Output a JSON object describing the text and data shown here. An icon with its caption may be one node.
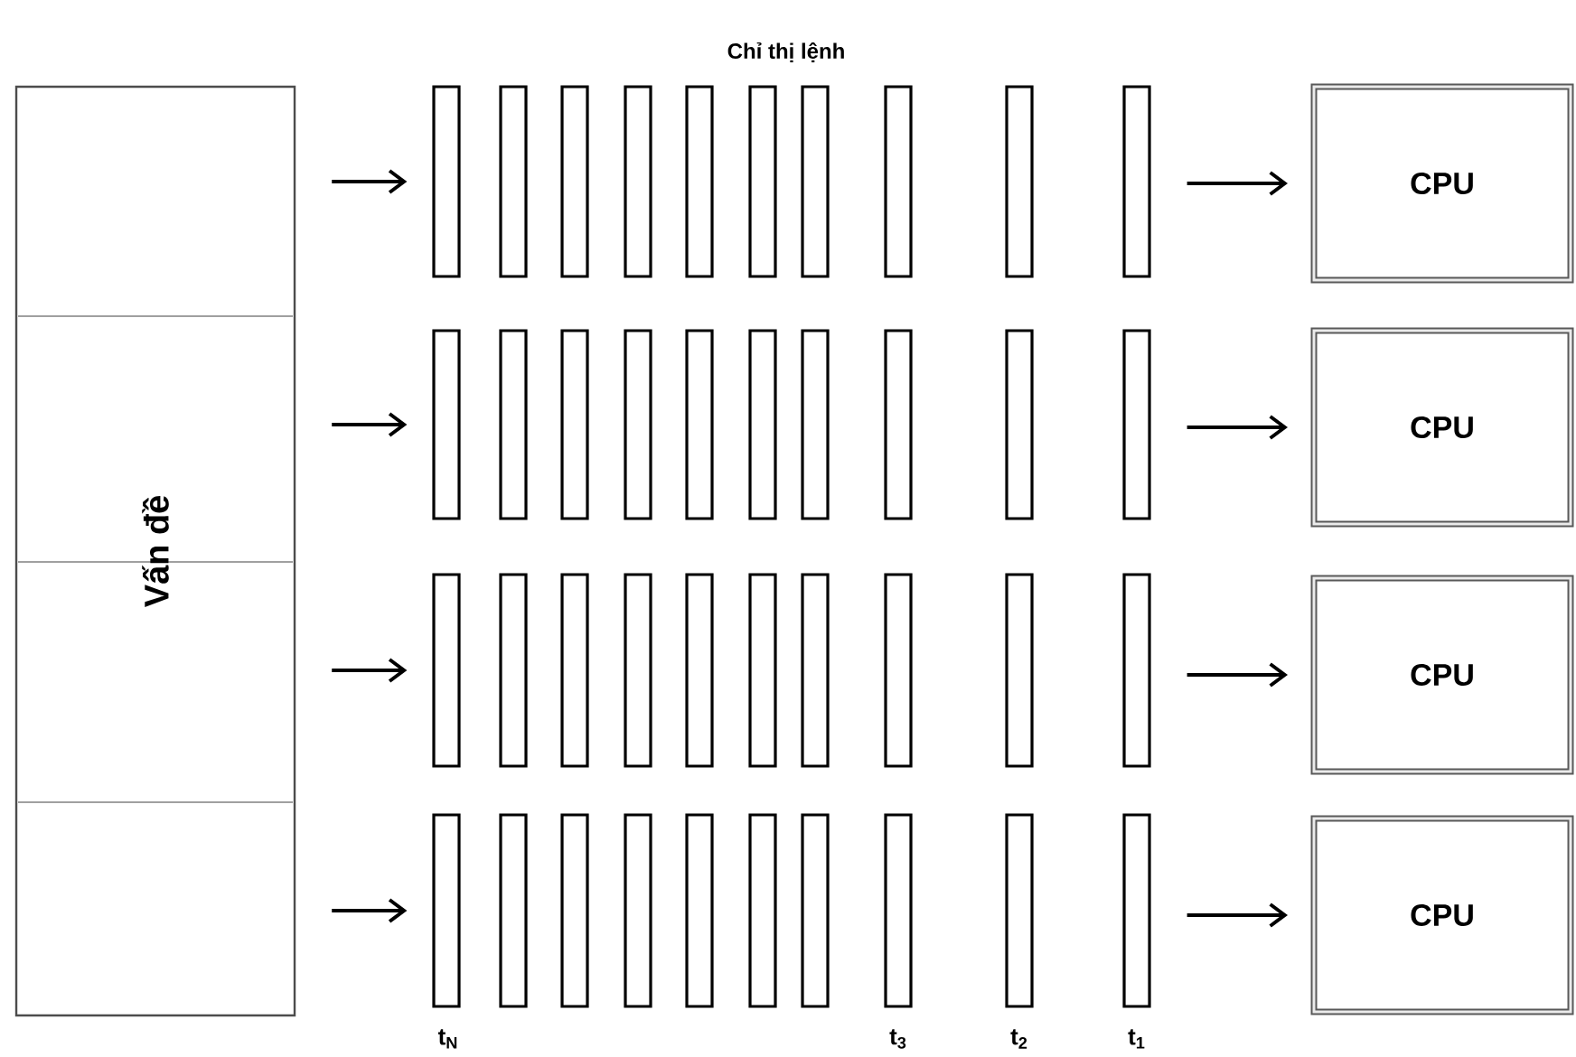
{
  "diagram": {
    "title": "Chỉ thị lệnh",
    "nodes": [
      {
        "text": [
          "Vấn đề"
        ]
      },
      {
        "text": [],
        "shape": "bar"
      },
      {
        "text": [],
        "shape": "bar"
      },
      {
        "text": [],
        "shape": "bar"
      },
      {
        "text": [],
        "shape": "bar"
      },
      {
        "text": [],
        "shape": "bar"
      },
      {
        "text": [],
        "shape": "bar"
      },
      {
        "text": [],
        "shape": "bar"
      },
      {
        "text": [],
        "shape": "bar"
      },
      {
        "text": [],
        "shape": "bar"
      },
      {
        "text": [],
        "shape": "bar"
      },
      {
        "text": [],
        "shape": "bar"
      },
      {
        "text": [],
        "shape": "bar"
      },
      {
        "text": [],
        "shape": "bar"
      },
      {
        "text": [],
        "shape": "bar"
      },
      {
        "text": [],
        "shape": "bar"
      },
      {
        "text": [],
        "shape": "bar"
      },
      {
        "text": [],
        "shape": "bar"
      },
      {
        "text": [],
        "shape": "bar"
      },
      {
        "text": [],
        "shape": "bar"
      },
      {
        "text": [],
        "shape": "bar"
      },
      {
        "text": [],
        "shape": "bar"
      },
      {
        "text": [],
        "shape": "bar"
      },
      {
        "text": [],
        "shape": "bar"
      },
      {
        "text": [],
        "shape": "bar"
      },
      {
        "text": [],
        "shape": "bar"
      },
      {
        "text": [],
        "shape": "bar"
      },
      {
        "text": [],
        "shape": "bar"
      },
      {
        "text": [],
        "shape": "bar"
      },
      {
        "text": [],
        "shape": "bar"
      },
      {
        "text": [],
        "shape": "bar"
      },
      {
        "text": [],
        "shape": "bar"
      },
      {
        "text": [],
        "shape": "bar"
      },
      {
        "text": [],
        "shape": "bar"
      },
      {
        "text": [],
        "shape": "bar"
      },
      {
        "text": [],
        "shape": "bar"
      },
      {
        "text": [],
        "shape": "bar"
      },
      {
        "text": [],
        "shape": "bar"
      },
      {
        "text": [],
        "shape": "bar"
      },
      {
        "text": [],
        "shape": "bar"
      },
      {
        "text": [],
        "shape": "bar"
      },
      {
        "text": [
          "CPU"
        ]
      },
      {
        "text": [
          "CPU"
        ]
      },
      {
        "text": [
          "CPU"
        ]
      },
      {
        "text": [
          "CPU"
        ]
      }
    ],
    "edges": [
      {
        "from": 0,
        "to": 1,
        "arrow": "to"
      },
      {
        "from": 0,
        "to": 11,
        "arrow": "to"
      },
      {
        "from": 0,
        "to": 21,
        "arrow": "to"
      },
      {
        "from": 0,
        "to": 31,
        "arrow": "to"
      },
      {
        "from": 10,
        "to": 41,
        "arrow": "to"
      },
      {
        "from": 20,
        "to": 42,
        "arrow": "to"
      },
      {
        "from": 30,
        "to": 43,
        "arrow": "to"
      },
      {
        "from": 40,
        "to": 44,
        "arrow": "to"
      }
    ],
    "labels": [
      "t$_{N}$",
      "t$_{3}$",
      "t$_{2}$",
      "t$_{1}$"
    ]
  }
}
